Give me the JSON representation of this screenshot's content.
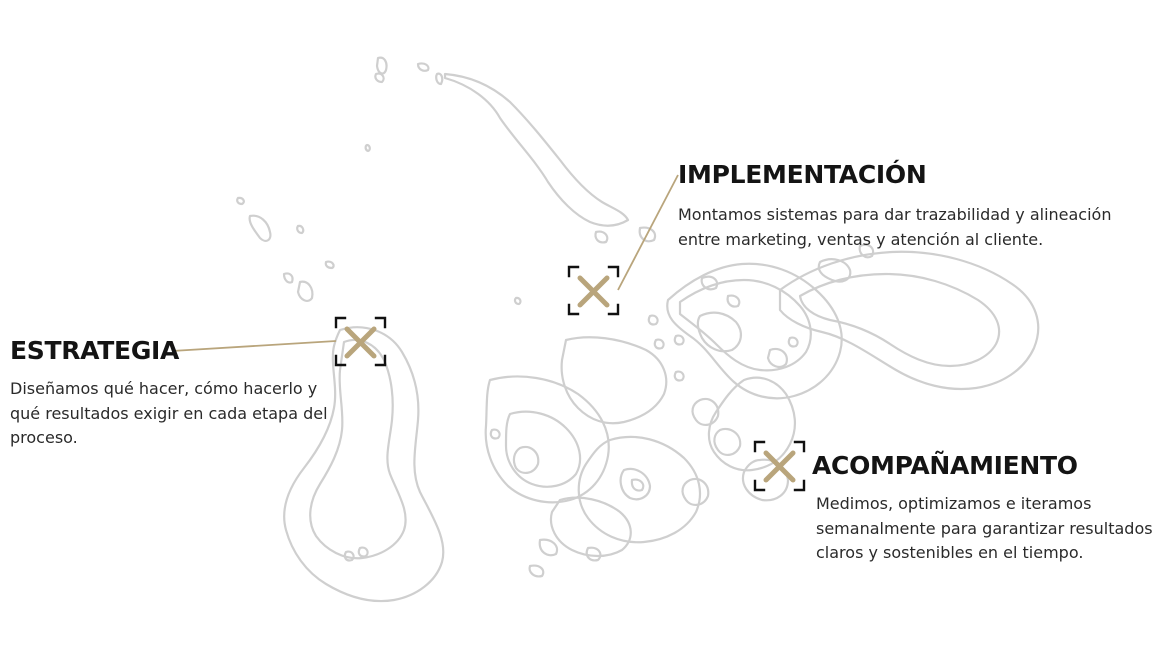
{
  "colors": {
    "accent": "#b9a57c",
    "map_outline": "#cfcfcf",
    "corner_marks": "#111111",
    "text_dark": "#141414"
  },
  "icons": {
    "marker": "x-mark-icon",
    "marker_frame": "corner-brackets-icon"
  },
  "sections": {
    "estrategia": {
      "title": "ESTRATEGIA",
      "desc": "Diseñamos qué hacer, cómo hacerlo y qué resultados exigir en cada etapa del proceso."
    },
    "implementacion": {
      "title": "IMPLEMENTACIÓN",
      "desc": "Montamos sistemas para dar trazabilidad y alineación entre marketing, ventas y atención al cliente."
    },
    "acompanamiento": {
      "title": "ACOMPAÑAMIENTO",
      "desc": "Medimos, optimizamos e iteramos semanalmente para garantizar resultados claros y sostenibles en el tiempo."
    }
  }
}
